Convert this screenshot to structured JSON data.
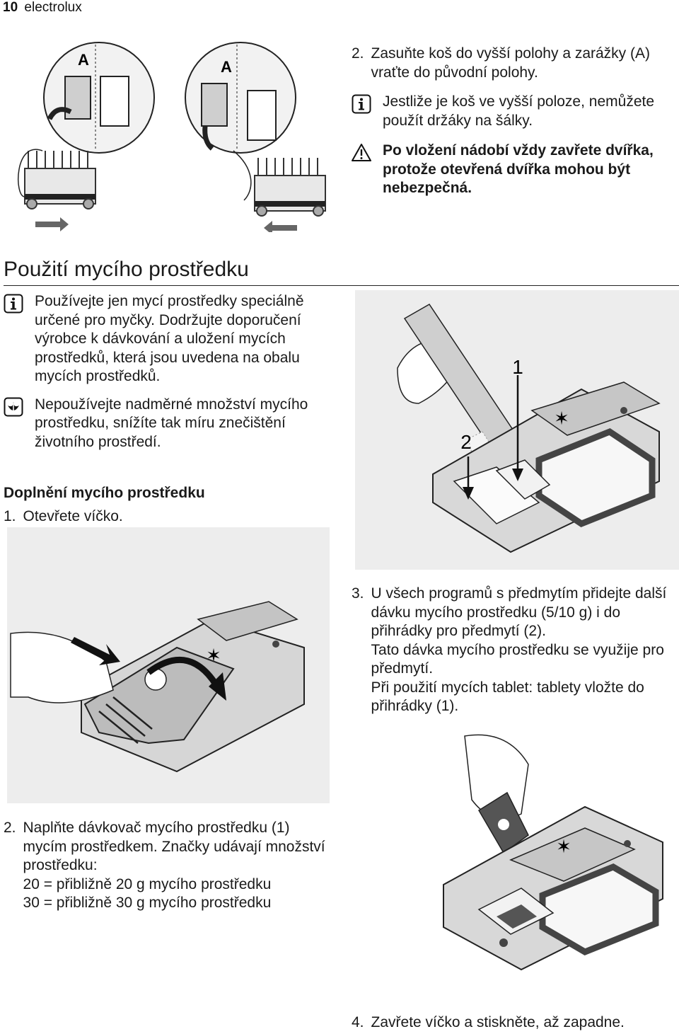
{
  "header": {
    "page_number": "10",
    "brand": "electrolux"
  },
  "steps_top": [
    {
      "num": "2.",
      "text": "Zasuňte koš do vyšší polohy a zarážky (A) vraťte do původní polohy."
    }
  ],
  "notes_top": [
    {
      "icon": "info-icon",
      "text": "Jestliže je koš ve vyšší poloze, nemůžete použít držáky na šálky.",
      "bold": false
    },
    {
      "icon": "warning-icon",
      "text": "Po vložení nádobí vždy zavřete dvířka, protože otevřená dvířka mohou být nebezpečná.",
      "bold": true
    }
  ],
  "figure_rack": {
    "label_a_left": "A",
    "label_a_right": "A"
  },
  "section": {
    "title": "Použití mycího prostředku"
  },
  "notes_section": [
    {
      "icon": "info-icon",
      "text": "Používejte jen mycí prostředky speciálně určené pro myčky. Dodržujte doporučení výrobce k dávkování a uložení mycích prostředků, která jsou uvedena na obalu mycích prostředků."
    },
    {
      "icon": "eco-icon",
      "text": "Nepoužívejte nadměrné množství mycího prostředku, snížíte tak míru znečištění životního prostředí."
    }
  ],
  "subsection": {
    "title": "Doplnění mycího prostředku"
  },
  "steps": [
    {
      "num": "1.",
      "text": "Otevřete víčko."
    },
    {
      "num": "2.",
      "lines": [
        "Naplňte dávkovač mycího prostředku (1) mycím prostředkem. Značky udávají množství prostředku:",
        "20 = přibližně 20 g mycího prostředku",
        "30 = přibližně 30 g mycího prostředku"
      ]
    },
    {
      "num": "3.",
      "lines": [
        "U všech programů s předmytím přidejte další dávku mycího prostředku (5/10 g) i do přihrádky pro předmytí (2).",
        "Tato dávka mycího prostředku se využije pro předmytí.",
        "Při použití mycích tablet: tablety vložte do přihrádky (1)."
      ]
    },
    {
      "num": "4.",
      "text": "Zavřete víčko a stiskněte, až zapadne."
    }
  ],
  "figure_fill": {
    "label_1": "1",
    "label_2": "2"
  }
}
